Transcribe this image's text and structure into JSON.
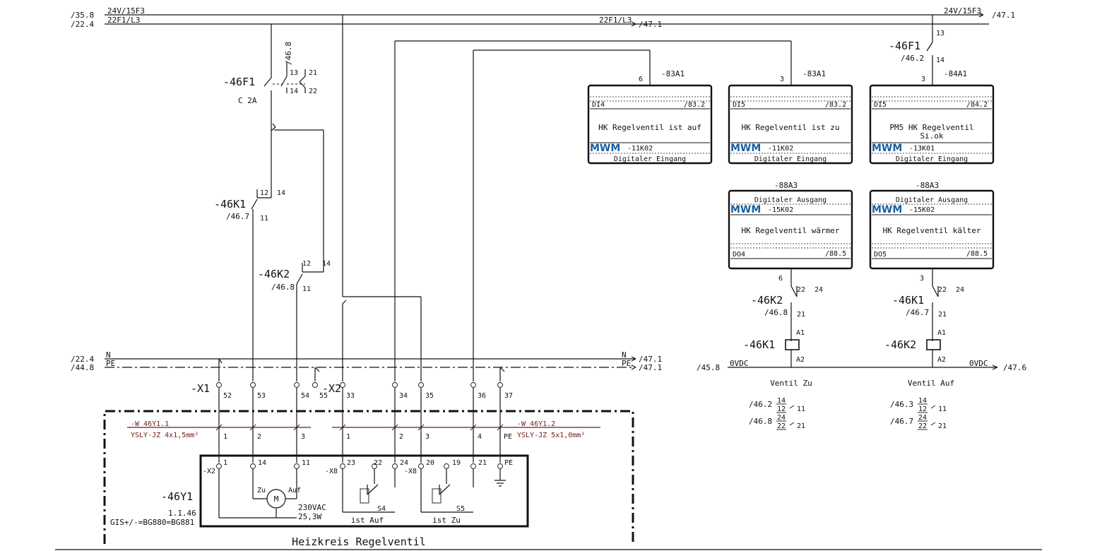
{
  "title": "Heizkreis Regelventil",
  "references": {
    "l1_left": "/35.8",
    "l2_left": "/22.4",
    "l1_name": "24V/15F3",
    "l2_name": "22F1/L3",
    "l2_right_name": "22F1/L3",
    "l2_right": "/47.1",
    "l1_right_name": "24V/15F3",
    "l1_right": "/47.1",
    "n_left": "/22.4",
    "pe_left": "/44.8",
    "n_name": "N",
    "pe_name": "PE",
    "n_right": "/47.1",
    "pe_right": "/47.1",
    "ovdc_left": "/45.8",
    "ovdc_name": "0VDC",
    "ovdc_right_name": "0VDC",
    "ovdc_right": "/47.6"
  },
  "fuse_main": {
    "tag": "-46F1",
    "rating": "C 2A",
    "ref": "/46.8",
    "contacts": [
      "13",
      "21",
      "14",
      "22"
    ]
  },
  "fuse_24v": {
    "tag": "-46F1",
    "ref": "/46.2",
    "pins": [
      "13",
      "14"
    ]
  },
  "relay_contacts": [
    {
      "tag": "-46K1",
      "ref": "/46.7",
      "pins": [
        "12",
        "14",
        "11"
      ]
    },
    {
      "tag": "-46K2",
      "ref": "/46.8",
      "pins": [
        "12",
        "14",
        "11"
      ]
    },
    {
      "tag": "-46K2",
      "ref": "/46.8",
      "pins": [
        "22",
        "24",
        "21"
      ]
    },
    {
      "tag": "-46K1",
      "ref": "/46.7",
      "pins": [
        "22",
        "24",
        "21"
      ]
    }
  ],
  "inputs": [
    {
      "pin": "6",
      "tag": "-83A1",
      "channel": "DI4",
      "ref": "/83.2",
      "text": "HK Regelventil ist auf",
      "brand": "MWM",
      "module": "-11K02",
      "type": "Digitaler Eingang"
    },
    {
      "pin": "3",
      "tag": "-83A1",
      "channel": "DI5",
      "ref": "/83.2",
      "text": "HK Regelventil ist zu",
      "brand": "MWM",
      "module": "-11K02",
      "type": "Digitaler Eingang"
    },
    {
      "pin": "3",
      "tag": "-84A1",
      "channel": "DI5",
      "ref": "/84.2",
      "text": "PM5 HK Regelventil",
      "text2": "Si.ok",
      "brand": "MWM",
      "module": "-13K01",
      "type": "Digitaler Eingang"
    }
  ],
  "outputs": [
    {
      "tag": "-88A3",
      "type": "Digitaler Ausgang",
      "brand": "MWM",
      "module": "-15K02",
      "text": "HK Regelventil wärmer",
      "channel": "DO4",
      "ref": "/88.5",
      "pin": "6"
    },
    {
      "tag": "-88A3",
      "type": "Digitaler Ausgang",
      "brand": "MWM",
      "module": "-15K02",
      "text": "HK Regelventil kälter",
      "channel": "DO5",
      "ref": "/88.5",
      "pin": "3"
    }
  ],
  "coils": [
    {
      "tag": "-46K1",
      "a1": "A1",
      "a2": "A2",
      "label": "Ventil Zu",
      "xref": [
        {
          "ref": "/46.2",
          "no": "14",
          "nc": "12",
          "com": "11"
        },
        {
          "ref": "/46.8",
          "no": "24",
          "nc": "22",
          "com": "21"
        }
      ]
    },
    {
      "tag": "-46K2",
      "a1": "A1",
      "a2": "A2",
      "label": "Ventil Auf",
      "xref": [
        {
          "ref": "/46.3",
          "no": "14",
          "nc": "12",
          "com": "11"
        },
        {
          "ref": "/46.7",
          "no": "24",
          "nc": "22",
          "com": "21"
        }
      ]
    }
  ],
  "terminals_x1": {
    "tag": "-X1",
    "pins": [
      "52",
      "53",
      "54",
      "55"
    ]
  },
  "terminals_x2": {
    "tag": "-X2",
    "pins": [
      "33",
      "34",
      "35",
      "36",
      "37"
    ]
  },
  "cable_1": {
    "tag": "-W 46Y1.1",
    "type": "YSLY-JZ 4x1,5mm²",
    "cores": [
      "1",
      "2",
      "3"
    ]
  },
  "cable_2": {
    "tag": "-W 46Y1.2",
    "type": "YSLY-JZ 5x1,0mm²",
    "cores": [
      "1",
      "2",
      "3",
      "4",
      "PE"
    ]
  },
  "device": {
    "tag": "-46Y1",
    "number": "1.1.46",
    "location": "GIS+/-=BG880=BG881",
    "x2_tag": "-X2",
    "x2_pins": [
      "1",
      "14",
      "11"
    ],
    "x8_tag": "-X8",
    "x8_pins_a": [
      "23",
      "22",
      "24"
    ],
    "x8_pins_b": [
      "20",
      "19",
      "21"
    ],
    "pe": "PE",
    "motor": "M",
    "zu": "Zu",
    "auf": "Auf",
    "voltage": "230VAC",
    "power": "25,3W",
    "switch_a": "S4",
    "switch_b": "S5",
    "switch_a_label": "ist Auf",
    "switch_b_label": "ist Zu"
  }
}
